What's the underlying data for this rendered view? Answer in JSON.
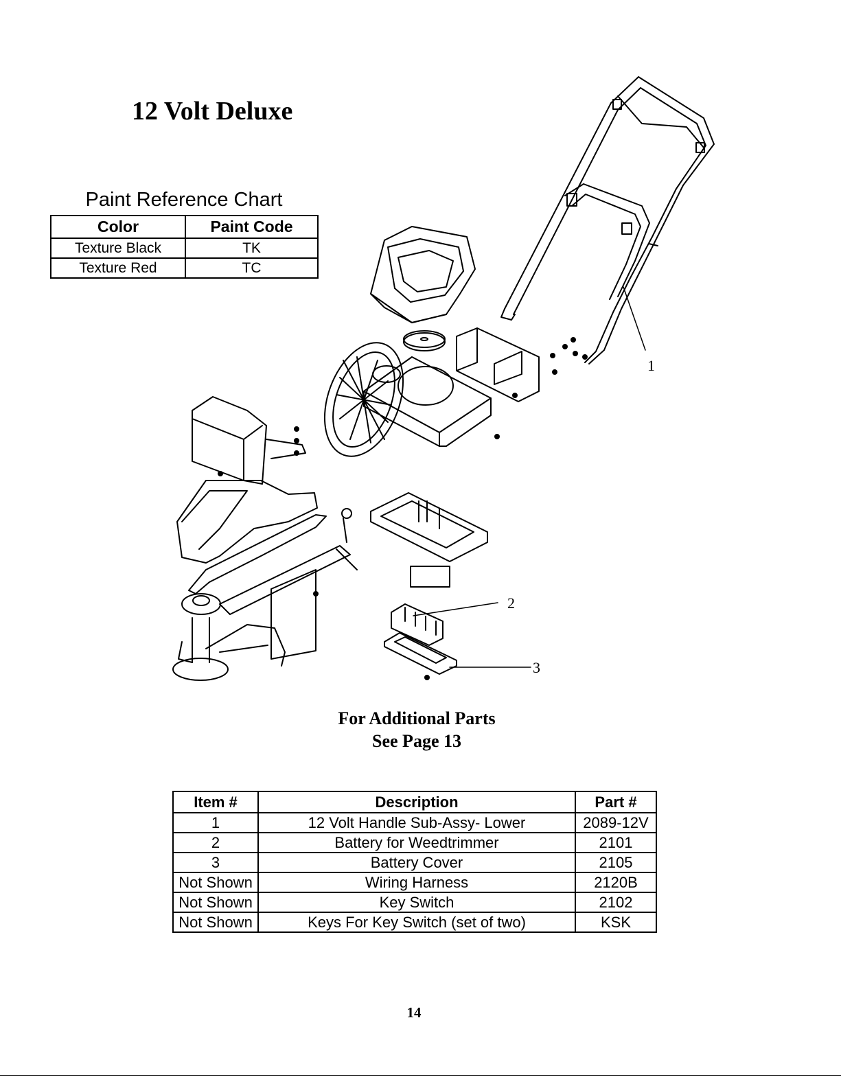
{
  "title": "12 Volt Deluxe",
  "paint_chart": {
    "caption": "Paint Reference Chart",
    "headers": [
      "Color",
      "Paint Code"
    ],
    "rows": [
      [
        "Texture Black",
        "TK"
      ],
      [
        "Texture Red",
        "TC"
      ]
    ]
  },
  "callouts": [
    "1",
    "2",
    "3"
  ],
  "additional_parts": {
    "line1": "For Additional Parts",
    "line2": "See Page 13"
  },
  "parts_table": {
    "headers": [
      "Item #",
      "Description",
      "Part #"
    ],
    "rows": [
      [
        "1",
        "12 Volt Handle Sub-Assy- Lower",
        "2089-12V"
      ],
      [
        "2",
        "Battery for Weedtrimmer",
        "2101"
      ],
      [
        "3",
        "Battery Cover",
        "2105"
      ],
      [
        "Not Shown",
        "Wiring Harness",
        "2120B"
      ],
      [
        "Not Shown",
        "Key Switch",
        "2102"
      ],
      [
        "Not Shown",
        "Keys For Key Switch (set of two)",
        "KSK"
      ]
    ]
  },
  "page_number": "14"
}
